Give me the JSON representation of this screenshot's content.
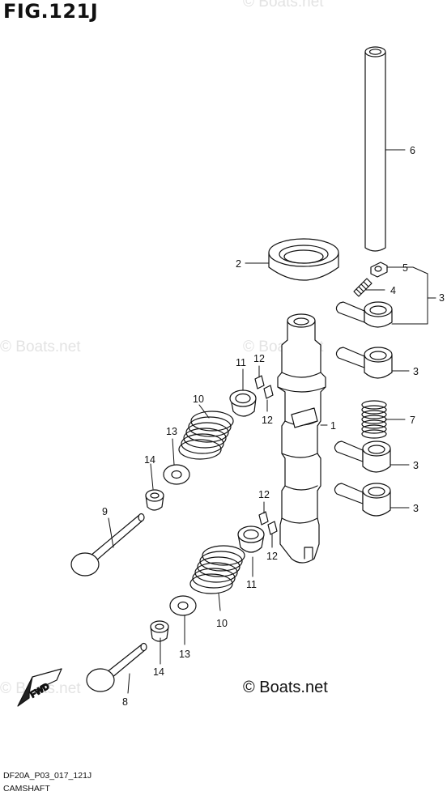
{
  "figure_title": "FIG.121J",
  "drawing_code": "DF20A_P03_017_121J",
  "section_name": "CAMSHAFT",
  "copyright_text": "© Boats.net",
  "watermarks": [
    "© Boats.net",
    "© Boats.net",
    "© Boats.net",
    "© Boats.net"
  ],
  "fwd_label": "FWD",
  "callouts": {
    "c6": "6",
    "c2": "2",
    "c5": "5",
    "c4": "4",
    "c3a": "3",
    "c3b": "3",
    "c11a": "11",
    "c12a": "12",
    "c10a": "10",
    "c12b": "12",
    "c1": "1",
    "c7": "7",
    "c13a": "13",
    "c14a": "14",
    "c3c": "3",
    "c9": "9",
    "c12c": "12",
    "c3d": "3",
    "c12d": "12",
    "c11b": "11",
    "c10b": "10",
    "c13b": "13",
    "c14b": "14",
    "c8": "8"
  },
  "colors": {
    "line": "#111111",
    "watermark": "#e3e3e3"
  }
}
